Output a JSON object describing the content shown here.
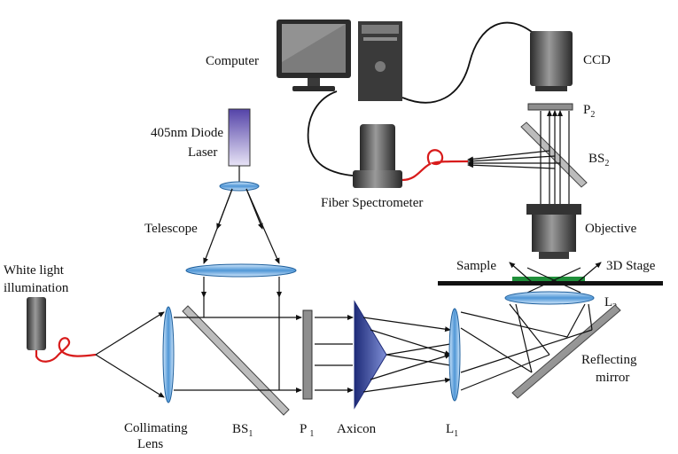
{
  "labels": {
    "computer": "Computer",
    "ccd": "CCD",
    "p2": "P",
    "p2_sub": "2",
    "bs2": "BS",
    "bs2_sub": "2",
    "laser_line1": "405nm Diode",
    "laser_line2": "Laser",
    "fiber_spectrometer": "Fiber Spectrometer",
    "telescope": "Telescope",
    "objective": "Objective",
    "white_line1": "White light",
    "white_line2": "illumination",
    "sample": "Sample",
    "stage": "3D Stage",
    "l2": "L",
    "l2_sub": "2",
    "reflecting_line1": "Reflecting",
    "reflecting_line2": "mirror",
    "collimating_line1": "Collimating",
    "collimating_line2": "Lens",
    "bs1": "BS",
    "bs1_sub": "1",
    "p1": "P",
    "p1_sub": "1",
    "axicon": "Axicon",
    "l1": "L",
    "l1_sub": "1"
  },
  "colors": {
    "lens_blue": "#3f86c9",
    "fiber_red": "#d81b1b",
    "sample_green": "#1f8f3a",
    "laser_violet": "#6d5bb8",
    "axicon_dark": "#2c3a8c"
  }
}
